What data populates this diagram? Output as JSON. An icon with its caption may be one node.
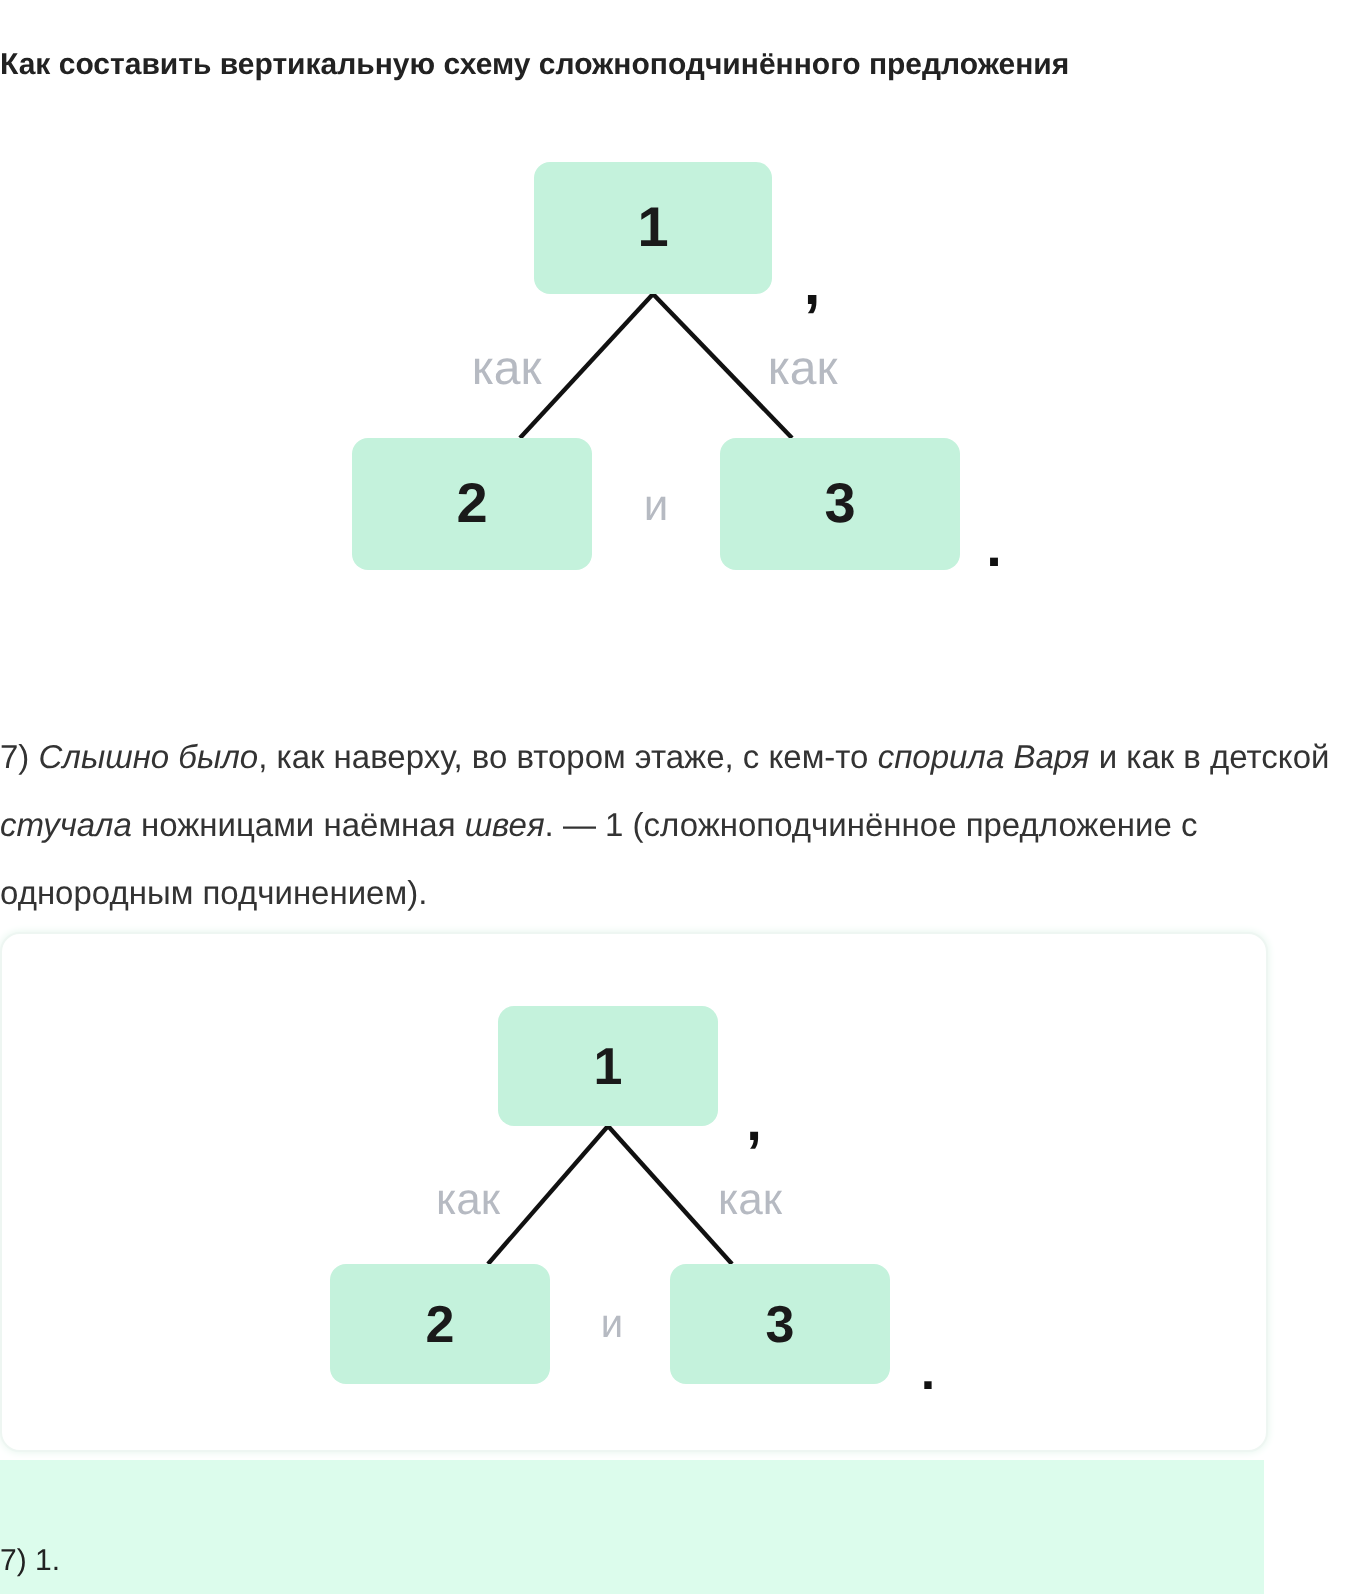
{
  "diagram": {
    "title": "Как составить вертикальную схему сложноподчинённого предложения",
    "nodes": [
      {
        "text": [
          "1"
        ]
      },
      {
        "text": [
          "2"
        ]
      },
      {
        "text": [
          "3"
        ]
      },
      {
        "text": [
          "1"
        ]
      },
      {
        "text": [
          "2"
        ]
      },
      {
        "text": [
          "3"
        ]
      }
    ],
    "edges": [
      {
        "from": 0,
        "to": 1,
        "arrow": "none",
        "label": "как"
      },
      {
        "from": 0,
        "to": 2,
        "arrow": "none",
        "label": "как"
      },
      {
        "from": 3,
        "to": 4,
        "arrow": "none",
        "label": "как"
      },
      {
        "from": 3,
        "to": 5,
        "arrow": "none",
        "label": "как"
      }
    ],
    "labels": [
      ",",
      "и",
      ".",
      "7) *Слышно было*, как наверху, во втором этаже, с кем-то *спорила Варя* и как в детской *стучала* ножницами наёмная *швея*. — 1 (сложноподчинённое предложение с однородным подчинением).",
      ",",
      "и",
      ".",
      "7) 1."
    ]
  }
}
